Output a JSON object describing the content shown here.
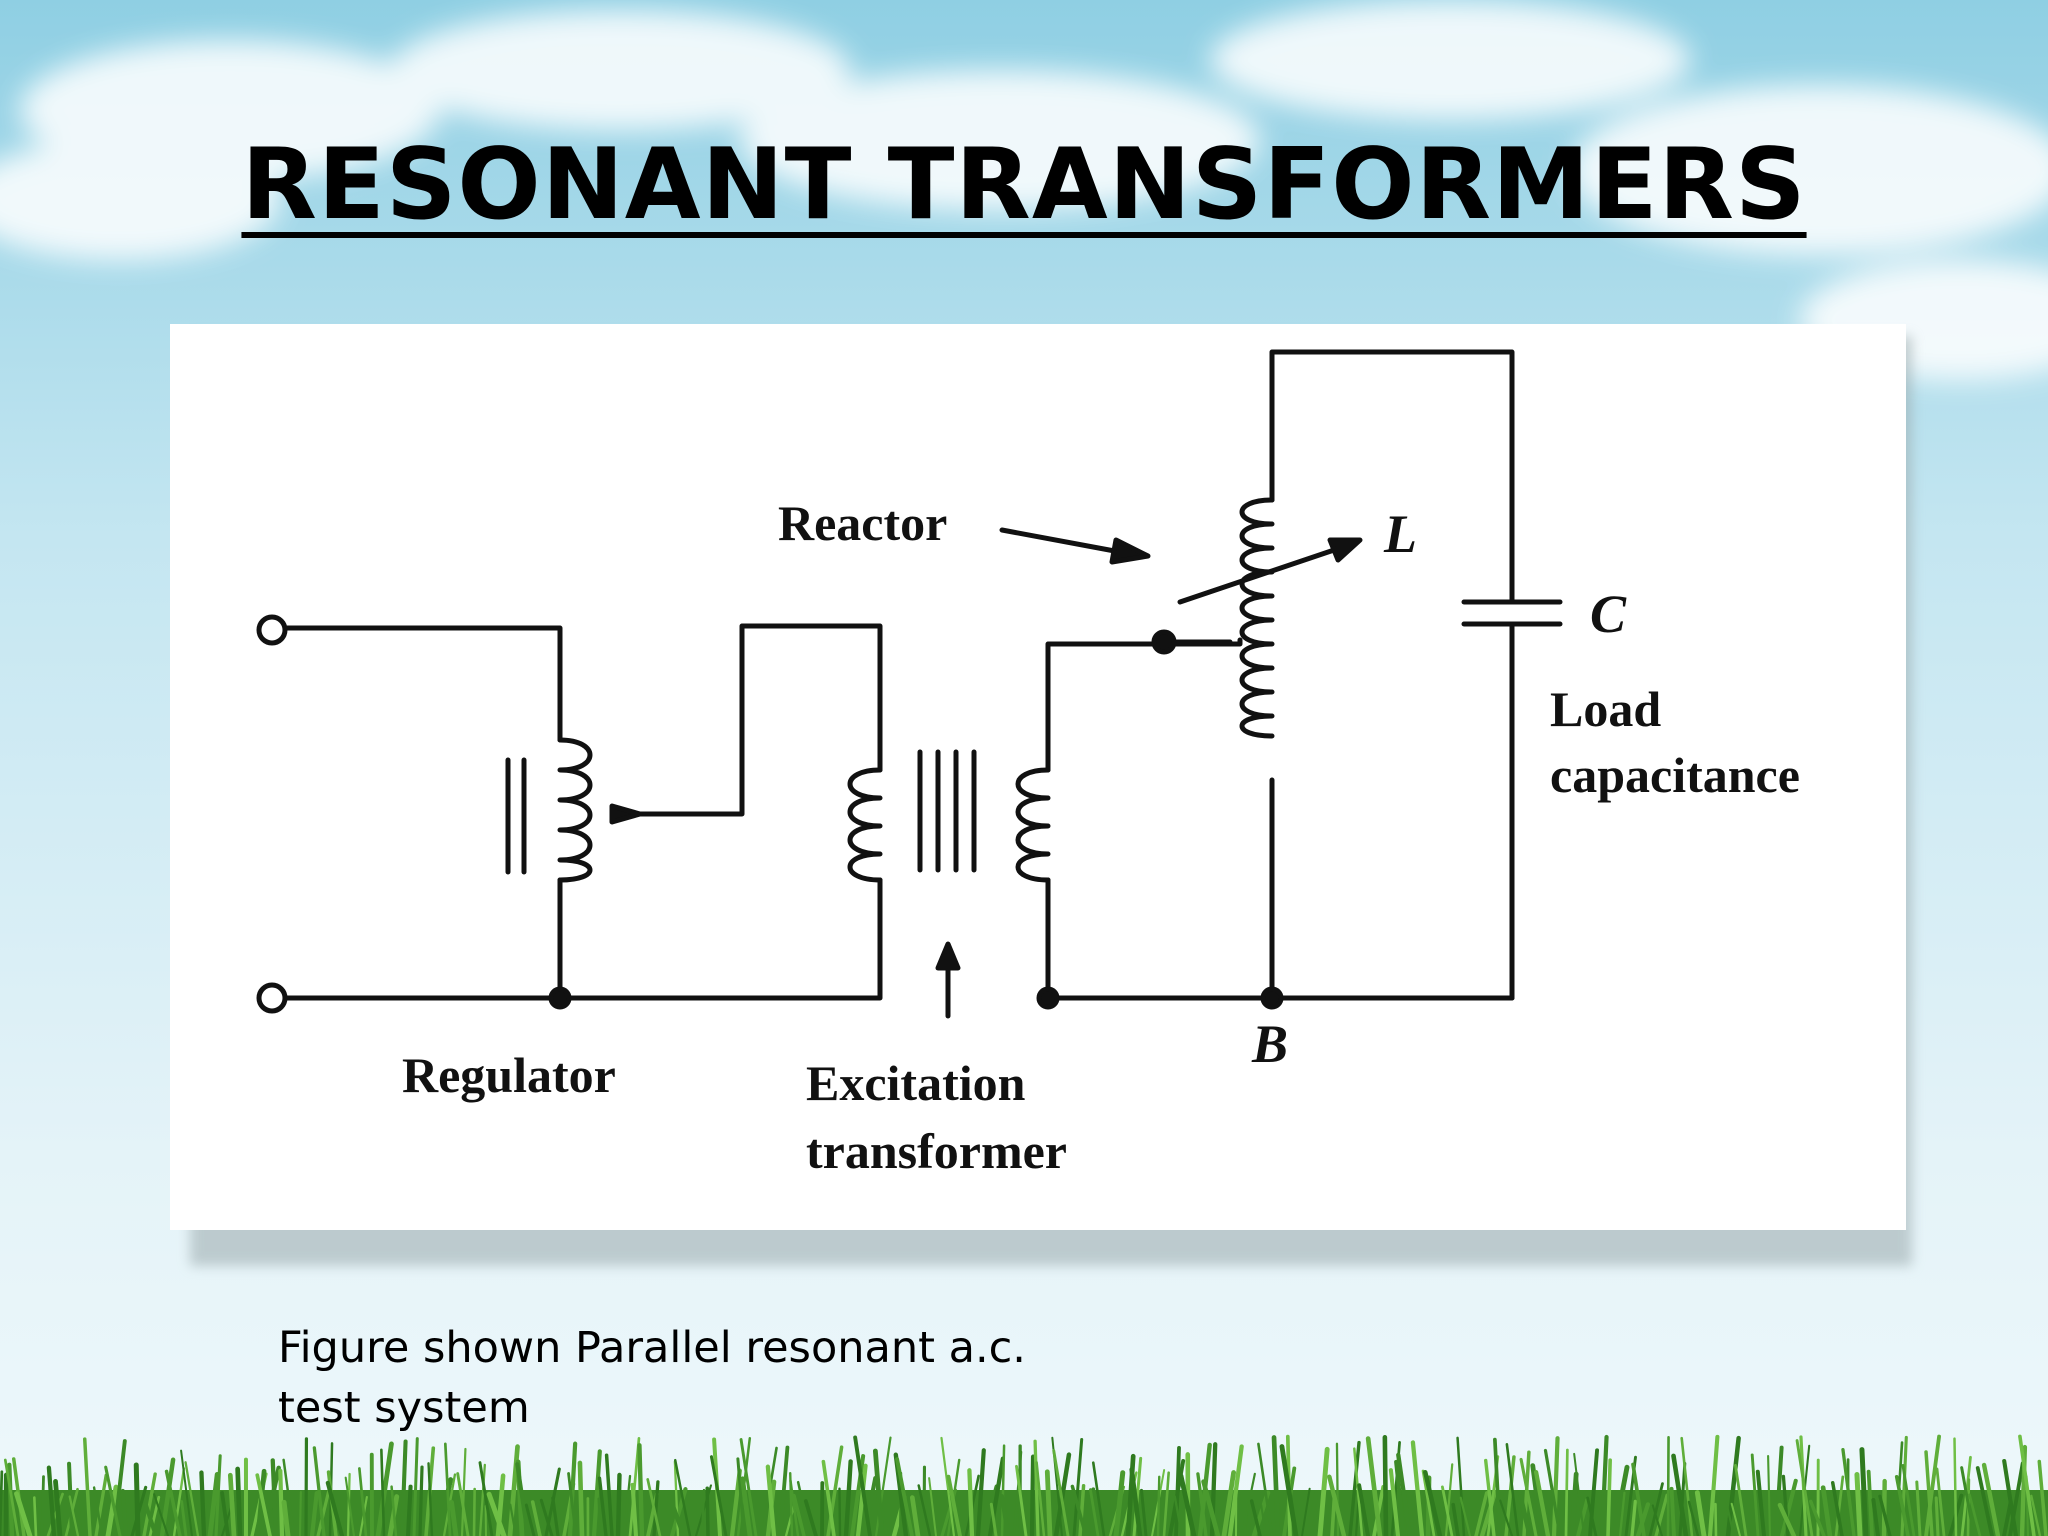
{
  "slide": {
    "title": "RESONANT TRANSFORMERS",
    "caption_line1": "Figure shown Parallel resonant a.c.",
    "caption_line2": "test system"
  },
  "diagram": {
    "labels": {
      "reactor": "Reactor",
      "inductance": "L",
      "capacitor": "C",
      "load_line1": "Load",
      "load_line2": "capacitance",
      "regulator": "Regulator",
      "excitation_line1": "Excitation",
      "excitation_line2": "transformer",
      "node_b": "B"
    }
  },
  "colors": {
    "sky": "#bfe4f0",
    "grass": "#3f8f2a",
    "ink": "#111111"
  }
}
